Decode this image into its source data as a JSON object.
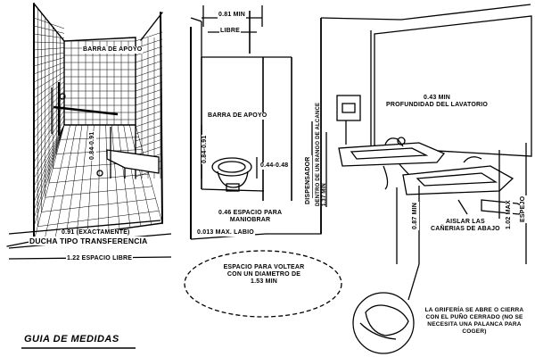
{
  "title": "GUIA DE MEDIDAS",
  "labels": {
    "libre_width": "0.81 MIN",
    "libre": "LIBRE",
    "barra_shower": "BARRA DE APOYO",
    "barra_toilet": "BARRA DE APOYO",
    "shower_height": "0.84-0.91",
    "toilet_bar_height": "0.84-0.91",
    "seat_height": "0.44-0.48",
    "shower_width": "0.91 (EXACTAMENTE)",
    "shower_type": "DUCHA TIPO TRANSFERENCIA",
    "shower_clear": "1.22 ESPACIO LIBRE",
    "lip": "0.013 MAX. LABIO",
    "maneuver": [
      "0.46 ESPACIO PARA",
      "MANIOBRAR"
    ],
    "turning": [
      "ESPACIO PARA VOLTEAR",
      "CON UN DIAMETRO DE",
      "1.53 MIN"
    ],
    "lavatory_depth": [
      "0.43 MIN",
      "PROFUNDIDAD DEL LAVATORIO"
    ],
    "dispenser": "DISPENSADOR",
    "reach_range": [
      "DENTRO DE UN RANGO DE ALCANCE",
      "1.37 MIN"
    ],
    "insulate": [
      "AISLAR LAS",
      "CAÑERIAS DE ABAJO"
    ],
    "sink_height": "0.87 MIN",
    "sink_max": "1.02 MAX",
    "mirror": "ESPEJO",
    "faucet": [
      "LA GRIFERÍA SE ABRE O CIERRA",
      "CON EL PUÑO CERRADO (NO SE",
      "NECESITA UNA PALANCA PARA",
      "COGER)"
    ]
  }
}
